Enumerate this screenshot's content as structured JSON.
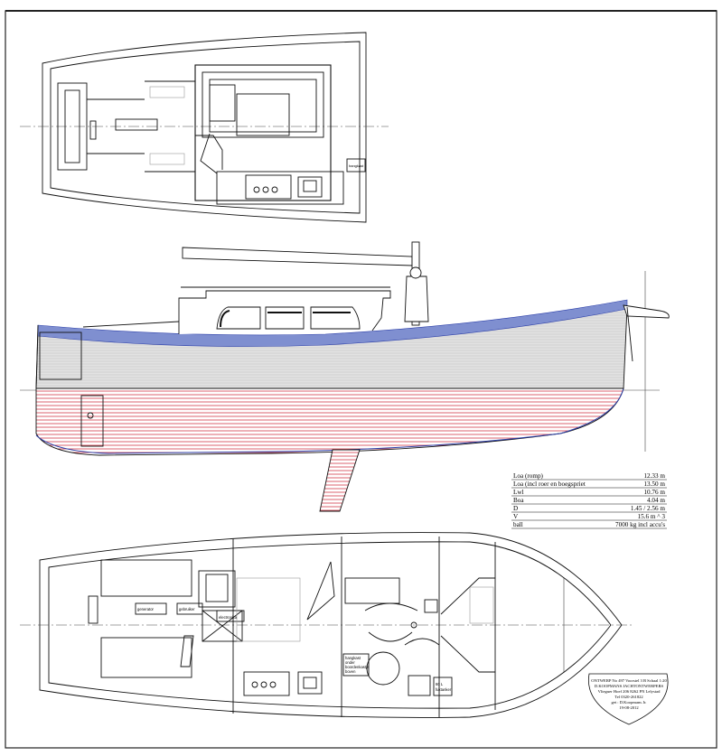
{
  "specs": [
    {
      "label": "Loa (romp)",
      "value": "12.33 m"
    },
    {
      "label": "Loa (incl roer en boegspriet",
      "value": "13.50 m"
    },
    {
      "label": "Lwl",
      "value": "10.76 m"
    },
    {
      "label": "Boa",
      "value": "4.04 m"
    },
    {
      "label": "D",
      "value": "1.45 / 2.56 m"
    },
    {
      "label": "V",
      "value": "15.6 m ^ 3"
    },
    {
      "label": "ball",
      "value": "7000 kg incl accu's"
    }
  ],
  "deck_labels": {
    "hangkast": "hangkast"
  },
  "interior_labels": {
    "generator": "generator",
    "gebruiker": "gebruiker",
    "electronica": "electronica",
    "hangkast_line1": "hangkast",
    "hangkast_line2": "onder",
    "hangkast_line3": "boordenkastje",
    "hangkast_line4": "boven",
    "tank_line1": "60 L",
    "tank_line2": "fuktanker"
  },
  "title_block": {
    "line1": "ONTWERP No 497 Voorstel 3 B Schaal 1:20",
    "line2": "D.KOOPMANS JACHTONTWERPERS",
    "line3": "Vlieguer Hoef 206 8262 PN Lelystad",
    "line4": "Tel 0320-261822",
    "line5": "get : D.Koopmans Jr.",
    "line6": "19-08-2012"
  },
  "colors": {
    "outline": "#111111",
    "sheer_blue": "#7f8fd0",
    "hull_grey": "#d8d8d8",
    "underwater_red": "#d23b4a",
    "keel_line": "#2c3fa8",
    "centerline": "#444444"
  }
}
